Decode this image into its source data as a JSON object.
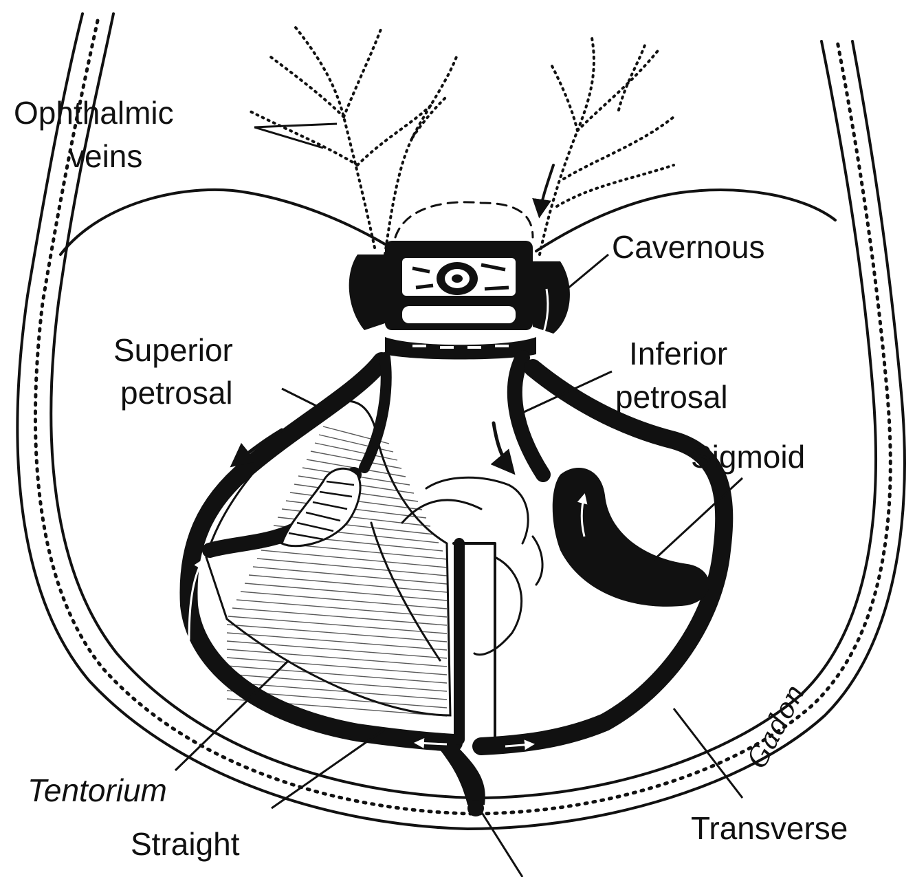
{
  "labels": {
    "ophthalmic_line1": "Ophthalmic",
    "ophthalmic_line2": "veins",
    "cavernous": "Cavernous",
    "superior_line1": "Superior",
    "superior_line2": "petrosal",
    "inferior_line1": "Inferior",
    "inferior_line2": "petrosal",
    "sigmoid": "Sigmoid",
    "tentorium": "Tentorium",
    "straight": "Straight",
    "transverse": "Transverse",
    "signature": "Gadon"
  },
  "colors": {
    "ink": "#111111",
    "paper": "#ffffff"
  }
}
